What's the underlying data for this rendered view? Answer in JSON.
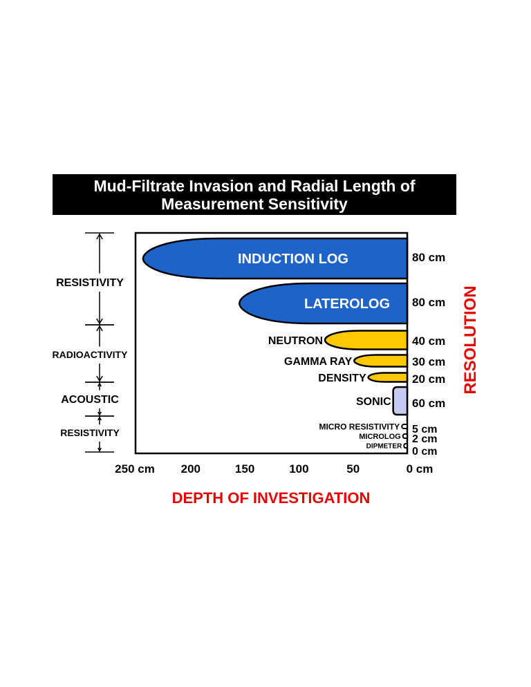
{
  "chart_data": {
    "type": "bar",
    "orientation": "horizontal",
    "title_line1": "Mud-Filtrate Invasion and Radial Length of",
    "title_line2": "Measurement Sensitivity",
    "xlabel": "DEPTH OF INVESTIGATION",
    "ylabel": "RESOLUTION",
    "xlim": [
      250,
      0
    ],
    "x_ticks": [
      {
        "value": 250,
        "label": "250 cm"
      },
      {
        "value": 200,
        "label": "200"
      },
      {
        "value": 150,
        "label": "150"
      },
      {
        "value": 100,
        "label": "100"
      },
      {
        "value": 50,
        "label": "50"
      },
      {
        "value": 0,
        "label": "0 cm"
      }
    ],
    "colors": {
      "resistivity": "#1d63c8",
      "radioactivity": "#ffc800",
      "acoustic": "#c6c9f2",
      "micro": "#ffffff",
      "accent": "#e60000"
    },
    "tools": [
      {
        "name": "INDUCTION LOG",
        "depth_cm": 244,
        "resolution": "80 cm",
        "group": "resistivity"
      },
      {
        "name": "LATEROLOG",
        "depth_cm": 155,
        "resolution": "80 cm",
        "group": "resistivity"
      },
      {
        "name": "NEUTRON",
        "depth_cm": 76,
        "resolution": "40 cm",
        "group": "radioactivity"
      },
      {
        "name": "GAMMA RAY",
        "depth_cm": 49,
        "resolution": "30 cm",
        "group": "radioactivity"
      },
      {
        "name": "DENSITY",
        "depth_cm": 36,
        "resolution": "20 cm",
        "group": "radioactivity"
      },
      {
        "name": "SONIC",
        "depth_cm": 13,
        "resolution": "60 cm",
        "group": "acoustic"
      },
      {
        "name": "MICRO RESISTIVITY",
        "depth_cm": 5,
        "resolution": "5 cm",
        "group": "micro"
      },
      {
        "name": "MICROLOG",
        "depth_cm": 4,
        "resolution": "2 cm",
        "group": "micro"
      },
      {
        "name": "DIPMETER",
        "depth_cm": 3,
        "resolution": "0 cm",
        "group": "micro"
      }
    ],
    "categories": [
      "RESISTIVITY",
      "RADIOACTIVITY",
      "ACOUSTIC",
      "RESISTIVITY"
    ]
  }
}
